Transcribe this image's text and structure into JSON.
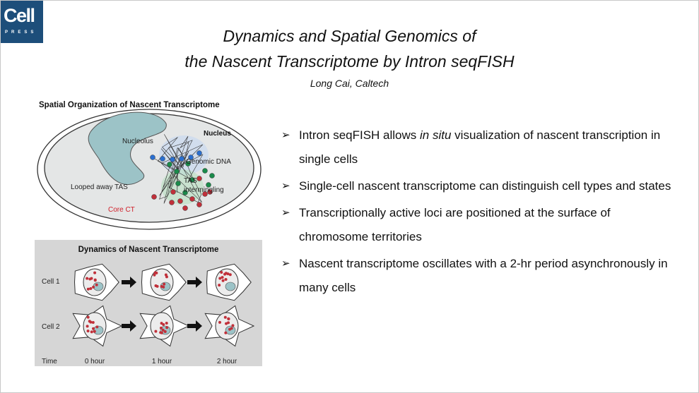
{
  "logo": {
    "line1": "Cell",
    "line2": "PRESS"
  },
  "title": {
    "line1": "Dynamics and Spatial Genomics of",
    "line2": "the Nascent Transcriptome by Intron seqFISH"
  },
  "author": "Long Cai, Caltech",
  "figure_spatial": {
    "title": "Spatial Organization of Nascent Transcriptome",
    "labels": {
      "nucleolus": "Nucleolus",
      "nucleus": "Nucleus",
      "genomic_dna": "Genomic DNA",
      "tas": "TAS",
      "intermingling": "intermingling",
      "looped": "Looped away TAS",
      "core": "Core CT"
    }
  },
  "figure_dynamics": {
    "title": "Dynamics of Nascent Transcriptome",
    "rows": [
      "Cell 1",
      "Cell 2"
    ],
    "time_label": "Time",
    "times": [
      "0 hour",
      "1 hour",
      "2 hour"
    ]
  },
  "bullets": [
    {
      "pre": "Intron seqFISH allows ",
      "em": "in situ",
      "post": " visualization of nascent transcription in single cells"
    },
    {
      "pre": "Single-cell nascent transcriptome can distinguish cell types and states",
      "em": "",
      "post": ""
    },
    {
      "pre": "Transcriptionally active loci are positioned at the surface of chromosome territories",
      "em": "",
      "post": ""
    },
    {
      "pre": "Nascent transcriptome oscillates with a 2-hr period asynchronously in many cells",
      "em": "",
      "post": ""
    }
  ],
  "colors": {
    "logo": "#1d4e7a",
    "core_ct": "#d0202a",
    "blue_loci": "#2a6fd0",
    "green_loci": "#1a8a4a",
    "red_loci": "#c0303a"
  }
}
